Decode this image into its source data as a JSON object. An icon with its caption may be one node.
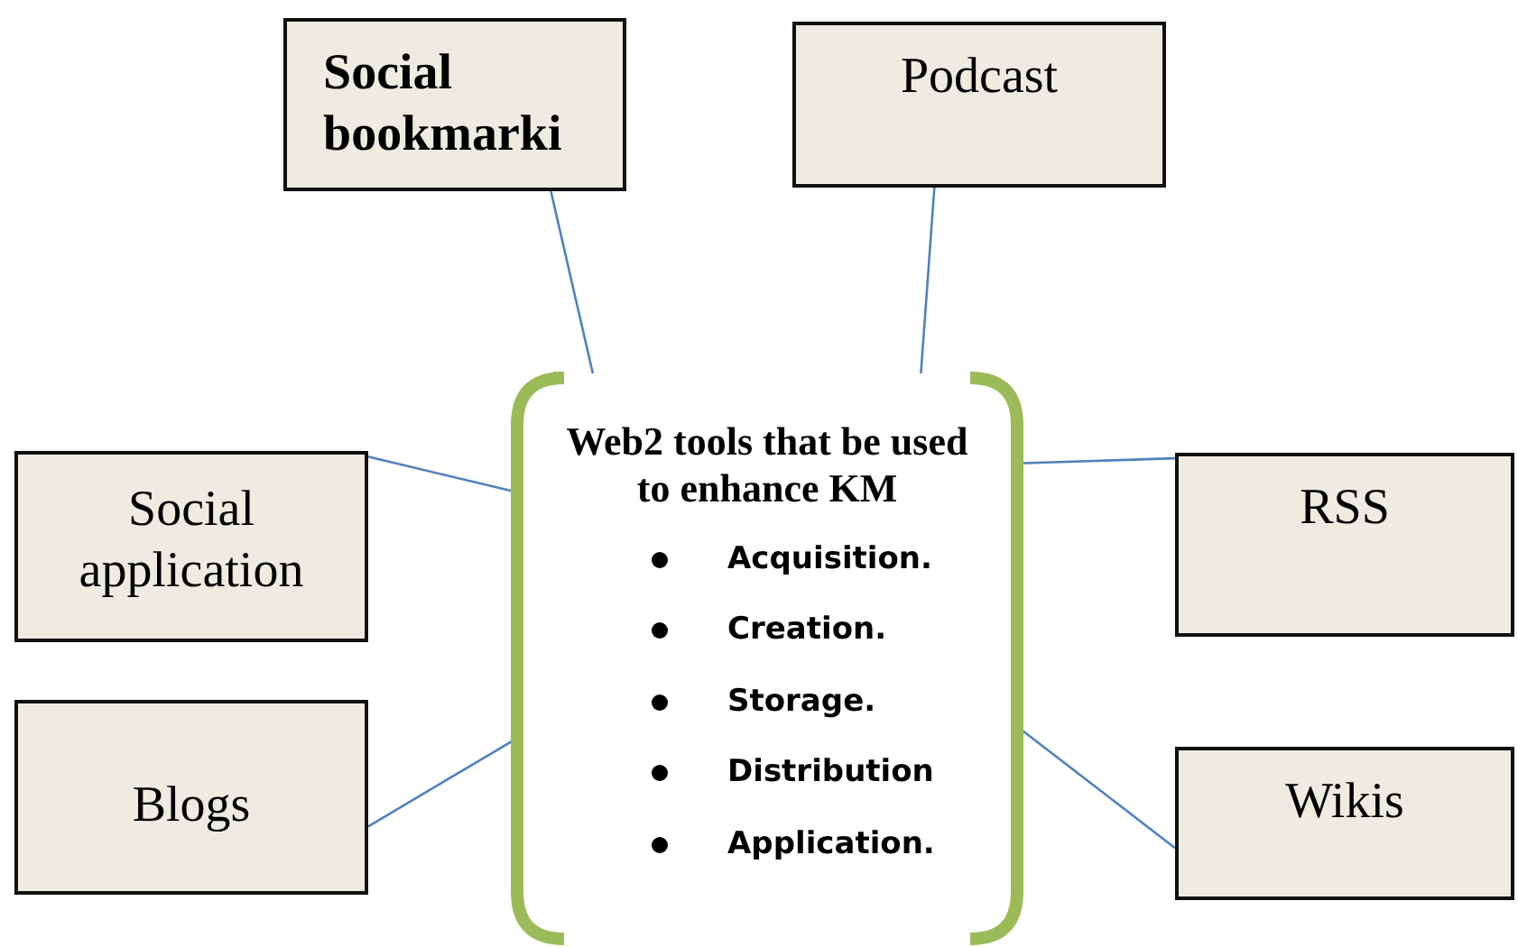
{
  "diagram": {
    "nodes": [
      {
        "text": [
          "Social bookmarki"
        ]
      },
      {
        "text": [
          "Podcast"
        ]
      },
      {
        "text": [
          "Social application"
        ]
      },
      {
        "text": [
          "Web2 tools that be used to enhance KM",
          "Acquisition.",
          "Creation.",
          "Storage.",
          "Distribution",
          "Application."
        ]
      },
      {
        "text": [
          "RSS"
        ]
      },
      {
        "text": [
          "Blogs"
        ]
      },
      {
        "text": [
          "Wikis"
        ]
      }
    ],
    "edges": [
      {
        "from": 0,
        "to": 3,
        "arrow": "none"
      },
      {
        "from": 1,
        "to": 3,
        "arrow": "none"
      },
      {
        "from": 2,
        "to": 3,
        "arrow": "none"
      },
      {
        "from": 4,
        "to": 3,
        "arrow": "none"
      },
      {
        "from": 5,
        "to": 3,
        "arrow": "none"
      },
      {
        "from": 6,
        "to": 3,
        "arrow": "none"
      }
    ]
  }
}
